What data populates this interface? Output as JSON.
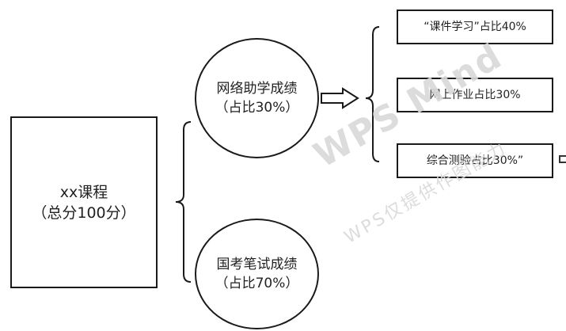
{
  "root": {
    "line1": "xx课程",
    "line2": "（总分100分）"
  },
  "branch_online": {
    "line1": "网络助学成绩",
    "line2": "（占比30%）"
  },
  "branch_exam": {
    "line1": "国考笔试成绩",
    "line2": "（占比70%）"
  },
  "leaves": [
    {
      "label": "“课件学习”占比40%"
    },
    {
      "label": "网上作业占比30%"
    },
    {
      "label": "综合测验占比30%”"
    }
  ],
  "watermark": {
    "main": "WPS Mind",
    "sub": "WPS仅提供作图能力"
  },
  "colors": {
    "stroke": "#1a1a1a",
    "watermark": "#d9d9d9"
  }
}
